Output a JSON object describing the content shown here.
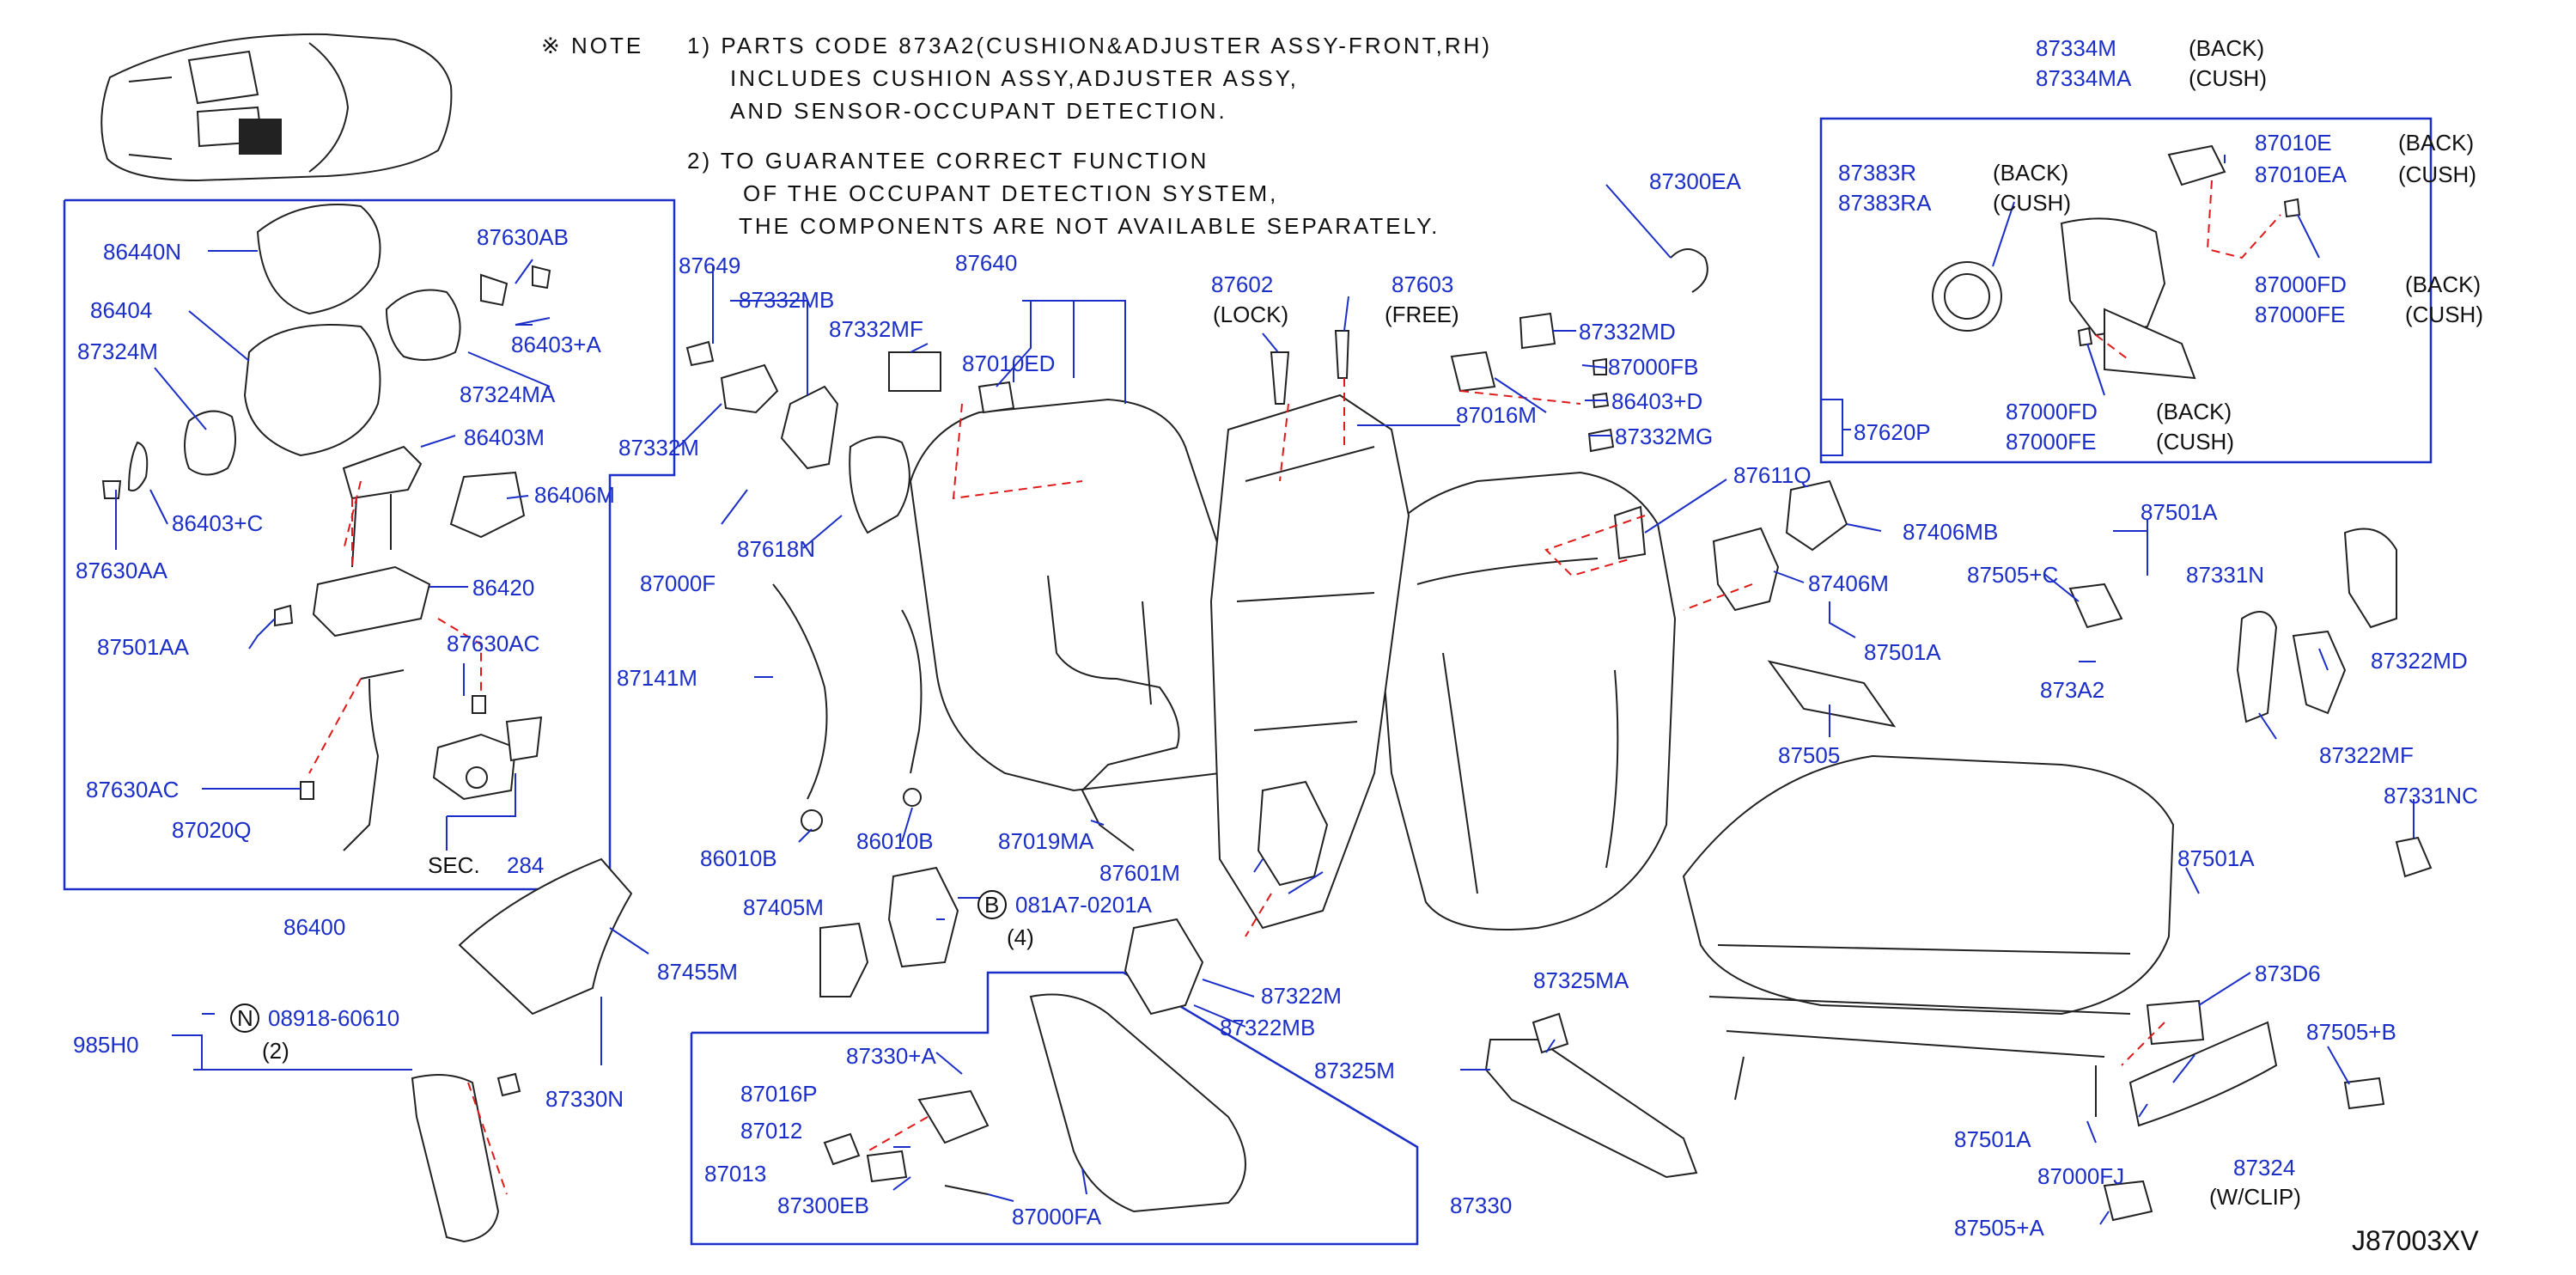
{
  "note": {
    "mark": "※ NOTE",
    "item1_l1": "1)  PARTS  CODE  873A2(CUSHION&ADJUSTER  ASSY-FRONT,RH)",
    "item1_l2": "INCLUDES  CUSHION  ASSY,ADJUSTER  ASSY,",
    "item1_l3": "AND  SENSOR-OCCUPANT  DETECTION.",
    "item2_l1": "2)  TO  GUARANTEE  CORRECT  FUNCTION",
    "item2_l2": "OF  THE  OCCUPANT  DETECTION  SYSTEM,",
    "item2_l3": "THE  COMPONENTS  ARE  NOT  AVAILABLE  SEPARATELY."
  },
  "drawing_code": "J87003XV",
  "sec_ref": {
    "prefix": "SEC.",
    "number": "284"
  },
  "bolt_refs": {
    "b_mark": "B",
    "b_code": "081A7-0201A",
    "b_qty": "(4)",
    "n_mark": "N",
    "n_code": "08918-60610",
    "n_qty": "(2)"
  },
  "qualifiers": {
    "lock": "(LOCK)",
    "free": "(FREE)",
    "back": "(BACK)",
    "cush": "(CUSH)",
    "wclip": "(W/CLIP)"
  },
  "labels": {
    "l86440N": "86440N",
    "l86404": "86404",
    "l87324M": "87324M",
    "l87630AB": "87630AB",
    "l86403A": "86403+A",
    "l87324MA": "87324MA",
    "l86403M": "86403M",
    "l86406M": "86406M",
    "l87630AA": "87630AA",
    "l86403C": "86403+C",
    "l86420": "86420",
    "l87501AA": "87501AA",
    "l87630AC_a": "87630AC",
    "l87630AC_b": "87630AC",
    "l87020Q": "87020Q",
    "l86400": "86400",
    "l87649": "87649",
    "l87332MB": "87332MB",
    "l87640": "87640",
    "l87332MF": "87332MF",
    "l87010ED": "87010ED",
    "l87332M": "87332M",
    "l87000F": "87000F",
    "l87618N": "87618N",
    "l87141M": "87141M",
    "l86010B_a": "86010B",
    "l86010B_b": "86010B",
    "l87019MA": "87019MA",
    "l87405M": "87405M",
    "l87455M": "87455M",
    "l985H0": "985H0",
    "l87330N": "87330N",
    "l87602": "87602",
    "l87603": "87603",
    "l87332MD": "87332MD",
    "l87000FB": "87000FB",
    "l87016M": "87016M",
    "l86403D": "86403+D",
    "l87332MG": "87332MG",
    "l87620P": "87620P",
    "l87611Q": "87611Q",
    "l87300EA": "87300EA",
    "l87601M": "87601M",
    "l87322M": "87322M",
    "l87322MB": "87322MB",
    "l87330A": "87330+A",
    "l87016P": "87016P",
    "l87012": "87012",
    "l87013": "87013",
    "l87300EB": "87300EB",
    "l87000FA": "87000FA",
    "l87330": "87330",
    "l87325MA": "87325MA",
    "l87325M": "87325M",
    "l87406MB": "87406MB",
    "l87406M": "87406M",
    "l87501A_a": "87501A",
    "l87501A_b": "87501A",
    "l87501A_c": "87501A",
    "l87501A_d": "87501A",
    "l87505": "87505",
    "l87505C": "87505+C",
    "l87331N": "87331N",
    "l87322MD": "87322MD",
    "l87322MF": "87322MF",
    "l873A2": "873A2",
    "l87331NC": "87331NC",
    "l873D6": "873D6",
    "l87505B": "87505+B",
    "l87324": "87324",
    "l87000FJ": "87000FJ",
    "l87505A": "87505+A",
    "l87334M": "87334M",
    "l87334MA": "87334MA",
    "l87383R": "87383R",
    "l87383RA": "87383RA",
    "l87010E": "87010E",
    "l87010EA": "87010EA",
    "l87000FD_a": "87000FD",
    "l87000FE_a": "87000FE",
    "l87000FD_b": "87000FD",
    "l87000FE_b": "87000FE"
  }
}
